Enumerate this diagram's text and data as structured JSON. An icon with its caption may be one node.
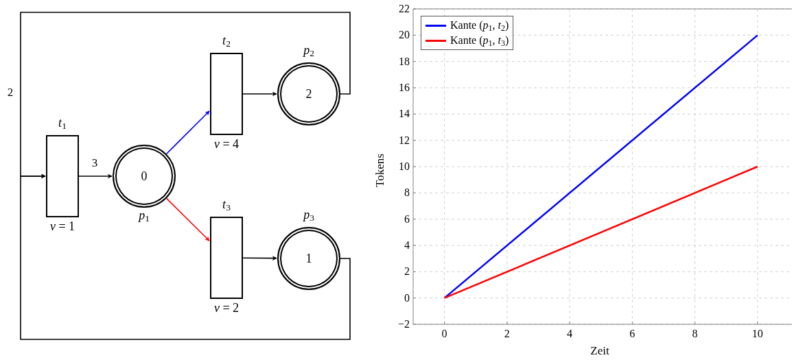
{
  "diagram": {
    "nodes": [
      {
        "text": [],
        "shape": "box",
        "beside": [
          "*t*$_{1}$",
          "*v* = 1"
        ]
      },
      {
        "text": [
          "0"
        ],
        "beside": [
          "*p*$_{1}$"
        ]
      },
      {
        "text": [],
        "shape": "box",
        "beside": [
          "*t*$_{2}$",
          "*v* = 4"
        ]
      },
      {
        "text": [
          "2"
        ],
        "beside": [
          "*p*$_{2}$"
        ]
      },
      {
        "text": [],
        "shape": "box",
        "beside": [
          "*t*$_{3}$",
          "*v* = 2"
        ]
      },
      {
        "text": [
          "1"
        ],
        "beside": [
          "*p*$_{3}$"
        ]
      }
    ],
    "edges": [
      {
        "from": 0,
        "to": 1,
        "arrow": "to",
        "label": "3"
      },
      {
        "from": 1,
        "to": 2,
        "arrow": "to",
        "color": "#0000ff"
      },
      {
        "from": 1,
        "to": 4,
        "arrow": "to",
        "color": "#ff0000"
      },
      {
        "from": 2,
        "to": 3,
        "arrow": "to"
      },
      {
        "from": 4,
        "to": 5,
        "arrow": "to"
      },
      {
        "from": 3,
        "to": 0,
        "arrow": "to",
        "label": "2"
      },
      {
        "from": 5,
        "to": 0,
        "arrow": "to"
      }
    ],
    "chart_data": {
      "type": "line",
      "grid": true,
      "legend": "upper left",
      "xlabel": "Zeit",
      "ylabel": "Tokens",
      "x": [
        0,
        10
      ],
      "xlim": [
        -1,
        11.1
      ],
      "ylim": [
        -2,
        22
      ],
      "xticks": [
        0,
        2,
        4,
        6,
        8,
        10
      ],
      "yticks": [
        -2,
        0,
        2,
        4,
        6,
        8,
        10,
        12,
        14,
        16,
        18,
        20,
        22
      ],
      "series": [
        {
          "name": "Kante (*p*$_{1}$, *t*$_{2}$)",
          "color": "#0000ff",
          "values": [
            0,
            20
          ]
        },
        {
          "name": "Kante (*p*$_{1}$, *t*$_{3}$)",
          "color": "#ff0000",
          "values": [
            0,
            10
          ]
        }
      ]
    }
  }
}
